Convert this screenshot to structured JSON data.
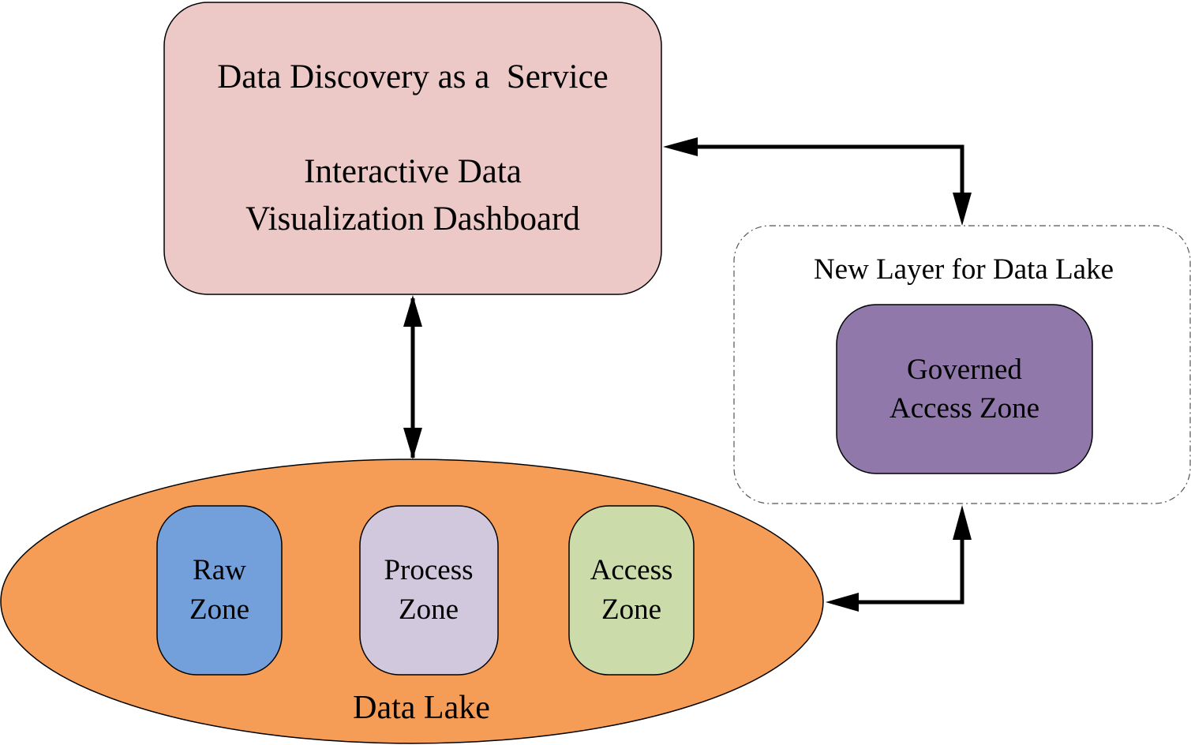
{
  "service": {
    "line1": "Data Discovery as a  Service",
    "line2": "Interactive Data",
    "line3": "Visualization Dashboard",
    "fill": "#ecc9c7"
  },
  "new_layer": {
    "title": "New Layer for Data Lake",
    "governed": {
      "line1": "Governed",
      "line2": "Access Zone",
      "fill": "#9079aa"
    }
  },
  "data_lake": {
    "label": "Data Lake",
    "fill": "#f59d56",
    "zones": [
      {
        "line1": "Raw",
        "line2": "Zone",
        "fill": "#739fda"
      },
      {
        "line1": "Process",
        "line2": "Zone",
        "fill": "#d2c8de"
      },
      {
        "line1": "Access",
        "line2": "Zone",
        "fill": "#cbdba9"
      }
    ]
  }
}
